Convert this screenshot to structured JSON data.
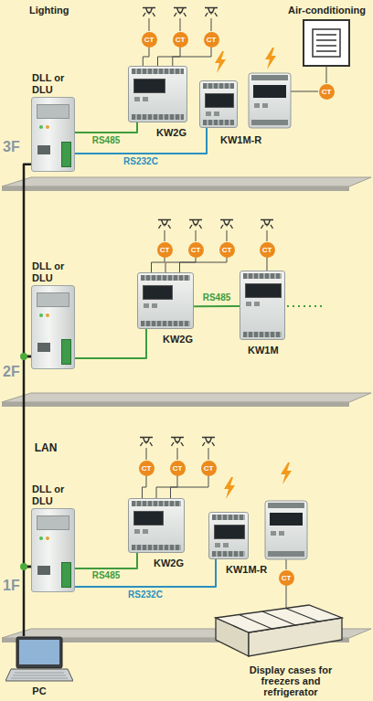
{
  "diagram": {
    "nodes": [
      {
        "text": [
          "DLL or DLU"
        ]
      },
      {
        "text": [
          "KW2G"
        ]
      },
      {
        "text": [
          "KW1M-R"
        ]
      },
      {
        "text": [
          "DLL or DLU"
        ]
      },
      {
        "text": [
          "KW2G"
        ]
      },
      {
        "text": [
          "KW1M"
        ]
      },
      {
        "text": [
          "DLL or DLU"
        ]
      },
      {
        "text": [
          "KW2G"
        ]
      },
      {
        "text": [
          "KW1M-R"
        ]
      },
      {
        "text": [
          "PC"
        ]
      },
      {
        "text": [
          "CT"
        ]
      },
      {
        "text": [
          "CT"
        ]
      },
      {
        "text": [
          "CT"
        ]
      },
      {
        "text": [
          "CT"
        ]
      },
      {
        "text": [
          "CT"
        ]
      },
      {
        "text": [
          "CT"
        ]
      },
      {
        "text": [
          "CT"
        ]
      },
      {
        "text": [
          "CT"
        ]
      },
      {
        "text": [
          "CT"
        ]
      },
      {
        "text": [
          "CT"
        ]
      },
      {
        "text": [
          "CT"
        ]
      },
      {
        "text": [
          "CT"
        ]
      }
    ],
    "edges": [
      {
        "from": 0,
        "to": 1,
        "label": "RS485",
        "arrow": "none"
      },
      {
        "from": 0,
        "to": 2,
        "label": "RS232C",
        "arrow": "none"
      },
      {
        "from": 0,
        "to": 3,
        "arrow": "none"
      },
      {
        "from": 3,
        "to": 4,
        "arrow": "none"
      },
      {
        "from": 4,
        "to": 5,
        "label": "RS485",
        "arrow": "none"
      },
      {
        "from": 3,
        "to": 6,
        "label": "LAN",
        "arrow": "none"
      },
      {
        "from": 6,
        "to": 7,
        "label": "RS485",
        "arrow": "none"
      },
      {
        "from": 6,
        "to": 8,
        "label": "RS232C",
        "arrow": "none"
      },
      {
        "from": 6,
        "to": 9,
        "arrow": "none"
      },
      {
        "from": 10,
        "to": 1,
        "arrow": "none"
      },
      {
        "from": 11,
        "to": 1,
        "arrow": "none"
      },
      {
        "from": 12,
        "to": 1,
        "arrow": "none"
      },
      {
        "from": 14,
        "to": 4,
        "arrow": "none"
      },
      {
        "from": 15,
        "to": 4,
        "arrow": "none"
      },
      {
        "from": 16,
        "to": 4,
        "arrow": "none"
      },
      {
        "from": 17,
        "to": 5,
        "arrow": "none"
      },
      {
        "from": 18,
        "to": 7,
        "arrow": "none"
      },
      {
        "from": 19,
        "to": 7,
        "arrow": "none"
      },
      {
        "from": 20,
        "to": 7,
        "arrow": "none"
      }
    ],
    "labels": [
      "Lighting",
      "Air-conditioning",
      "3F",
      "2F",
      "1F",
      "Display cases for freezers and refrigerator"
    ]
  }
}
